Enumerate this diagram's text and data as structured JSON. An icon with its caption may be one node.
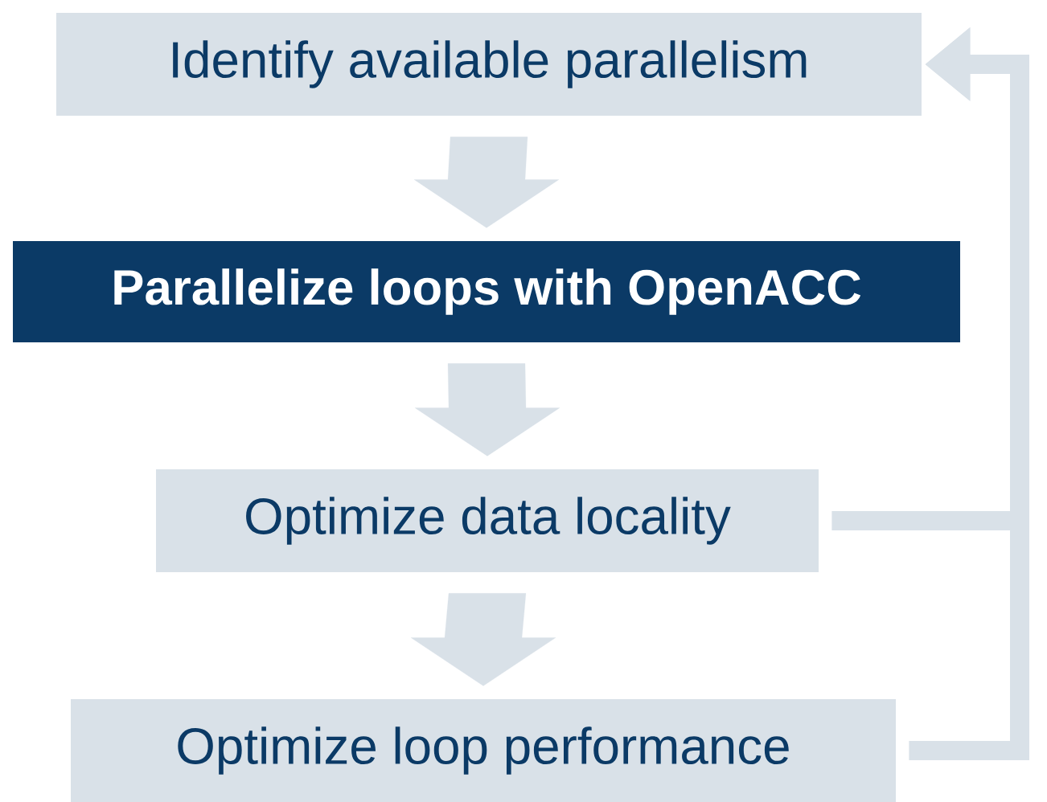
{
  "diagram": {
    "nodes": [
      {
        "text": [
          "Identify available parallelism"
        ]
      },
      {
        "text": [
          "Parallelize loops with OpenACC"
        ]
      },
      {
        "text": [
          "Optimize data locality"
        ]
      },
      {
        "text": [
          "Optimize loop performance"
        ]
      }
    ],
    "edges": [
      {
        "from": 0,
        "to": 1,
        "arrow": "to"
      },
      {
        "from": 1,
        "to": 2,
        "arrow": "to"
      },
      {
        "from": 2,
        "to": 3,
        "arrow": "to"
      },
      {
        "from": 2,
        "to": 0,
        "arrow": "to"
      },
      {
        "from": 3,
        "to": 0,
        "arrow": "to"
      }
    ]
  }
}
